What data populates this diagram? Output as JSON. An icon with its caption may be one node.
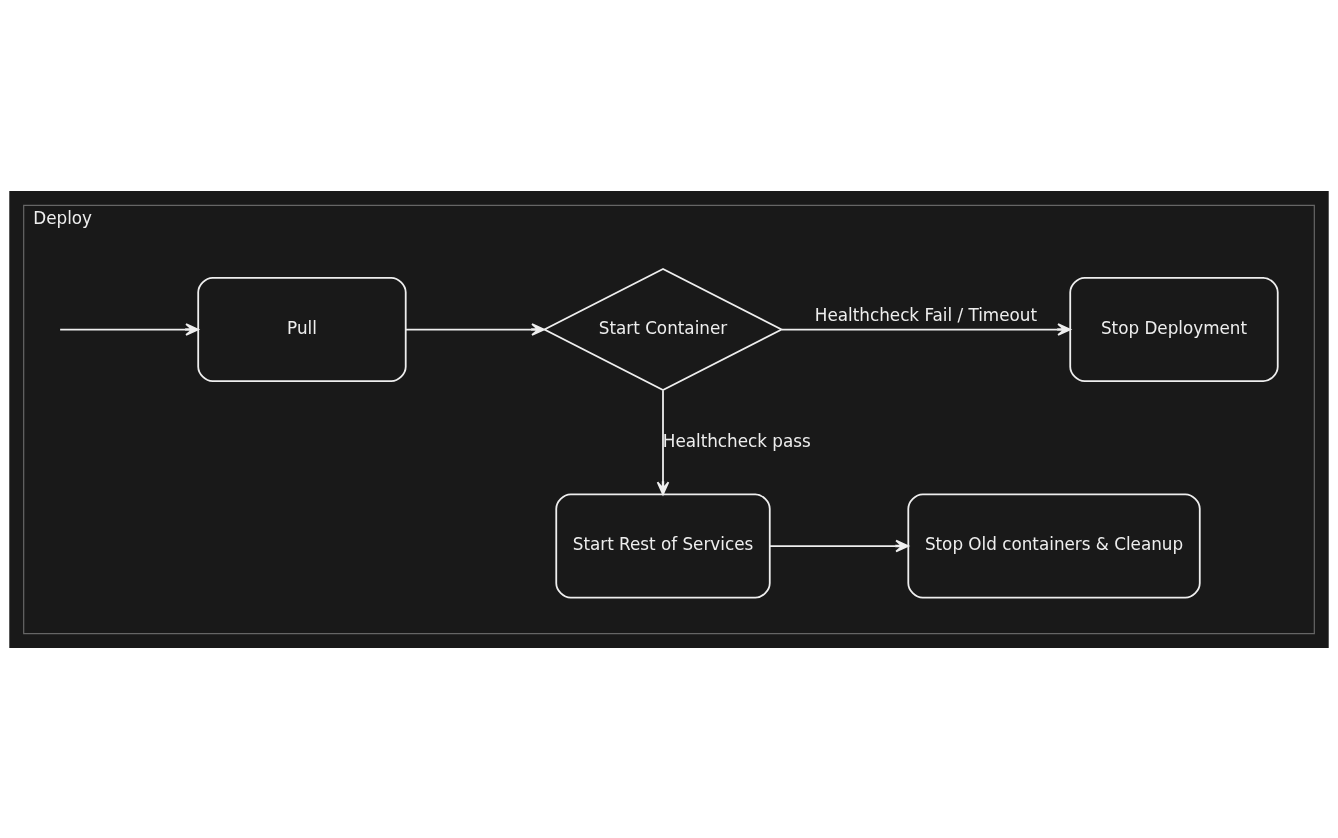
{
  "diagram": {
    "nodes": [
      {
        "text": [
          "Deploy"
        ]
      },
      {
        "text": [
          "Pull"
        ],
        "in": 0
      },
      {
        "text": [
          "Start Container"
        ],
        "in": 0
      },
      {
        "text": [
          "Stop Deployment"
        ],
        "in": 0
      },
      {
        "text": [
          "Start Rest of Services"
        ],
        "in": 0
      },
      {
        "text": [
          "Stop Old containers & Cleanup"
        ],
        "in": 0
      }
    ],
    "edges": [
      {
        "from": null,
        "to": 1,
        "arrow": "to"
      },
      {
        "from": 1,
        "to": 2,
        "arrow": "to"
      },
      {
        "from": 2,
        "to": 3,
        "arrow": "to",
        "label": "Healthcheck Fail / Timeout"
      },
      {
        "from": 2,
        "to": 4,
        "arrow": "to",
        "label": "Healthcheck pass"
      },
      {
        "from": 4,
        "to": 5,
        "arrow": "to"
      }
    ]
  }
}
